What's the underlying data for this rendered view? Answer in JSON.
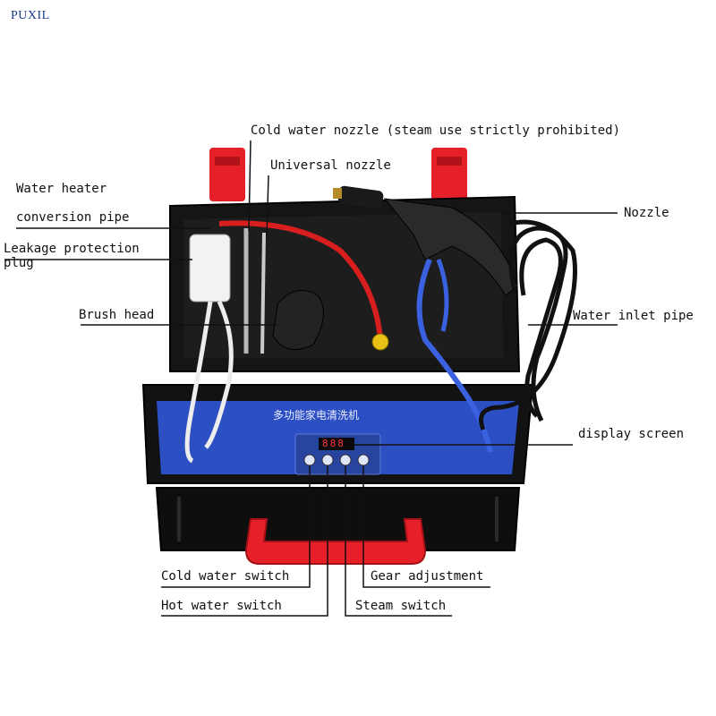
{
  "brand": "PUXIL",
  "labels": {
    "cold_water_nozzle": "Cold water nozzle (steam use strictly prohibited)",
    "universal_nozzle": "Universal nozzle",
    "water_heater_line1": "Water heater",
    "water_heater_line2": "conversion pipe",
    "leakage_line1": "Leakage protection",
    "leakage_line2": "plug",
    "brush_head": "Brush head",
    "nozzle": "Nozzle",
    "water_inlet_pipe": "Water inlet pipe",
    "display_screen": "display screen",
    "cold_water_switch": "Cold water switch",
    "gear_adjustment": "Gear adjustment",
    "hot_water_switch": "Hot water switch",
    "steam_switch": "Steam switch"
  },
  "panel_text": "多功能家电清洗机",
  "display_value": "888",
  "colors": {
    "case": "#121212",
    "panel": "#2d4fc4",
    "handle": "#e52028",
    "hose_red": "#d81e1e",
    "hose_blue": "#3a62e0",
    "leader_line": "#111111"
  }
}
